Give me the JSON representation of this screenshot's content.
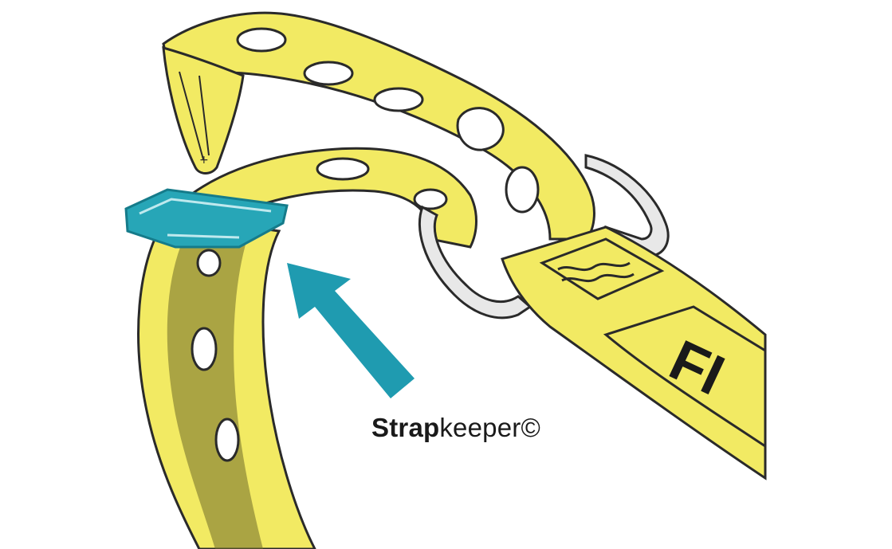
{
  "label": {
    "bold": "Strap",
    "regular": "keeper©"
  },
  "strap_print": "FI",
  "colors": {
    "strap": "#f2ea63",
    "strap_shadow": "#c9c04a",
    "strap_dark": "#6f6a2a",
    "outline": "#2a2a2a",
    "keeper": "#27a6b7",
    "keeper_dark": "#157b8a",
    "arrow": "#1f9bb0",
    "buckle": "#e8e8e8"
  },
  "icons": [
    "arrow-icon",
    "buckle-icon",
    "strapkeeper-icon"
  ]
}
